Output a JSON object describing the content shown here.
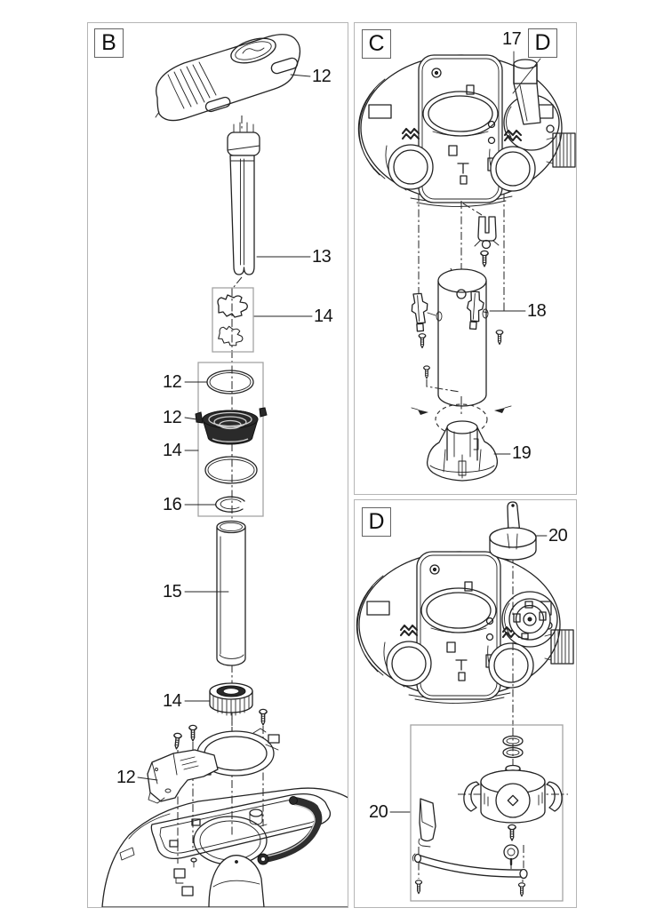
{
  "ink": "#232323",
  "frame_color": "#b5b5b5",
  "group_box_color": "#a3a3a3",
  "panels": {
    "b": {
      "tag": "B",
      "callouts": {
        "handle": "12",
        "lamp": "13",
        "clip_set": "14",
        "oring_large": "12",
        "union_nut": "12",
        "oring_group": "14",
        "circlip": "16",
        "quartz_tube": "15",
        "lock_ring": "14",
        "bracket": "12"
      }
    },
    "c": {
      "tag": "C",
      "callouts": {
        "inlet": "17",
        "detail": "D",
        "clip": "18",
        "impeller_base": "19"
      }
    },
    "d": {
      "tag": "D",
      "callouts": {
        "knob": "20",
        "valve_set": "20"
      }
    }
  }
}
